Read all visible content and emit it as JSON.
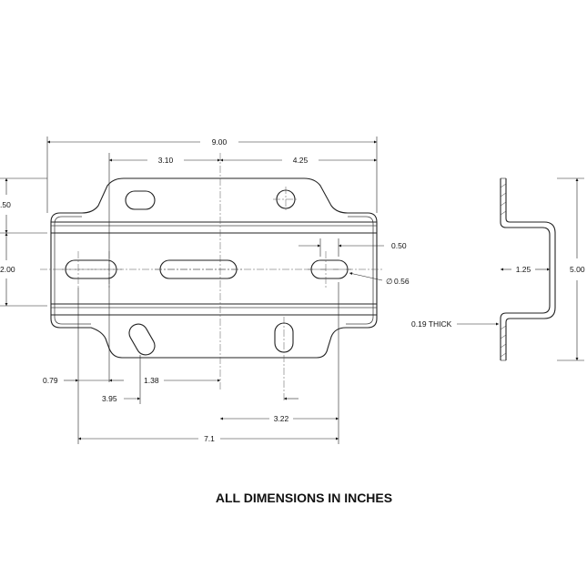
{
  "dimensions": {
    "overall_width": "9.00",
    "offset_left": "3.10",
    "offset_right": "4.25",
    "upper_flange": ".50",
    "mid_height": "2.00",
    "slot_width": "0.50",
    "hole_dia": "0.56",
    "edge_left": "0.79",
    "tab_left": "3.95",
    "tab_offset": "1.38",
    "hole_to_slot": "3.22",
    "slot_span": "7.1",
    "profile_depth": "1.25",
    "profile_height": "5.00",
    "thickness": "0.19 THICK"
  },
  "diameter_symbol": "∅",
  "footer": {
    "note": "ALL DIMENSIONS IN INCHES"
  }
}
